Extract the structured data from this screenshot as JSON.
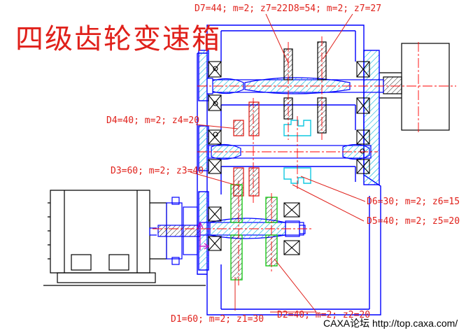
{
  "title": "四级齿轮变速箱",
  "labels": {
    "d7": "D7=44; m=2; z7=22",
    "d8": "D8=54; m=2; z7=27",
    "d4": "D4=40; m=2; z4=20",
    "d3": "D3=60; m=2; z3=40",
    "d6": "D6=30; m=2; z6=15",
    "d5": "D5=40; m=2; z5=20",
    "d1": "D1=60; m=2; z1=30",
    "d2": "D2=40; m=2; z2=20"
  },
  "footer": "CAXA论坛 http://top.caxa.com/",
  "colors": {
    "outline": "#0000ff",
    "hatch": "#00b0d8",
    "callout": "#e0201a",
    "gear_red": "#e0201a",
    "gear_green": "#19c819",
    "gear_cyan": "#10c8e0",
    "center_line": "#ff0000",
    "arrow": "#c000c0"
  }
}
